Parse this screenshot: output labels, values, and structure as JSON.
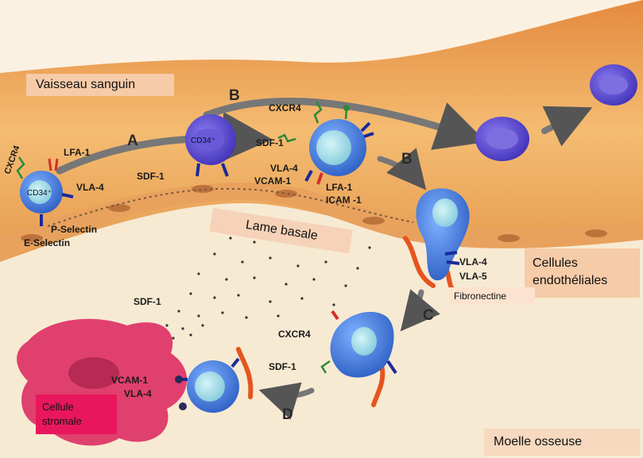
{
  "boxes": {
    "vessel": "Vaisseau sanguin",
    "basal_lamina": "Lame basale",
    "endothelial_line1": "Cellules",
    "endothelial_line2": "endothéliales",
    "fibronectin": "Fibronectine",
    "stromal_line1": "Cellule",
    "stromal_line2": "stromale",
    "marrow": "Moelle osseuse"
  },
  "steps": {
    "a": "A",
    "b1": "B",
    "b2": "B",
    "c": "C",
    "d": "D"
  },
  "molecules": {
    "cxcr4_left": "CXCR4",
    "lfa1_left": "LFA-1",
    "cd34_left": "CD34⁺",
    "vla4_left": "VLA-4",
    "sdf1_left": "SDF-1",
    "pselectin": "P-Selectin",
    "eselectin": "E-Selectin",
    "cd34_mid": "CD34⁺",
    "cxcr4_top": "CXCR4",
    "sdf1_top": "SDF-1",
    "vla4_mid": "VLA-4",
    "vcam1_mid": "VCAM-1",
    "lfa1_mid": "LFA-1",
    "icam1_mid": "ICAM -1",
    "vla4_right": "VLA-4",
    "vla5_right": "VLA-5",
    "sdf1_marrow": "SDF-1",
    "cxcr4_low": "CXCR4",
    "sdf1_low": "SDF-1",
    "vcam1_low": "VCAM-1",
    "vla4_low": "VLA-4"
  },
  "colors": {
    "vessel_fill": "#F2B56B",
    "endothelium": "#E49A52",
    "marrow_bg": "#F7EAD3",
    "cell_blue": "#3F7FE0",
    "nucleus": "#A8E2EE",
    "stroma": "#E0406E",
    "fibronectin": "#E6541E",
    "label_box": "#F6CBA8",
    "stromal_box": "#E8175D"
  }
}
